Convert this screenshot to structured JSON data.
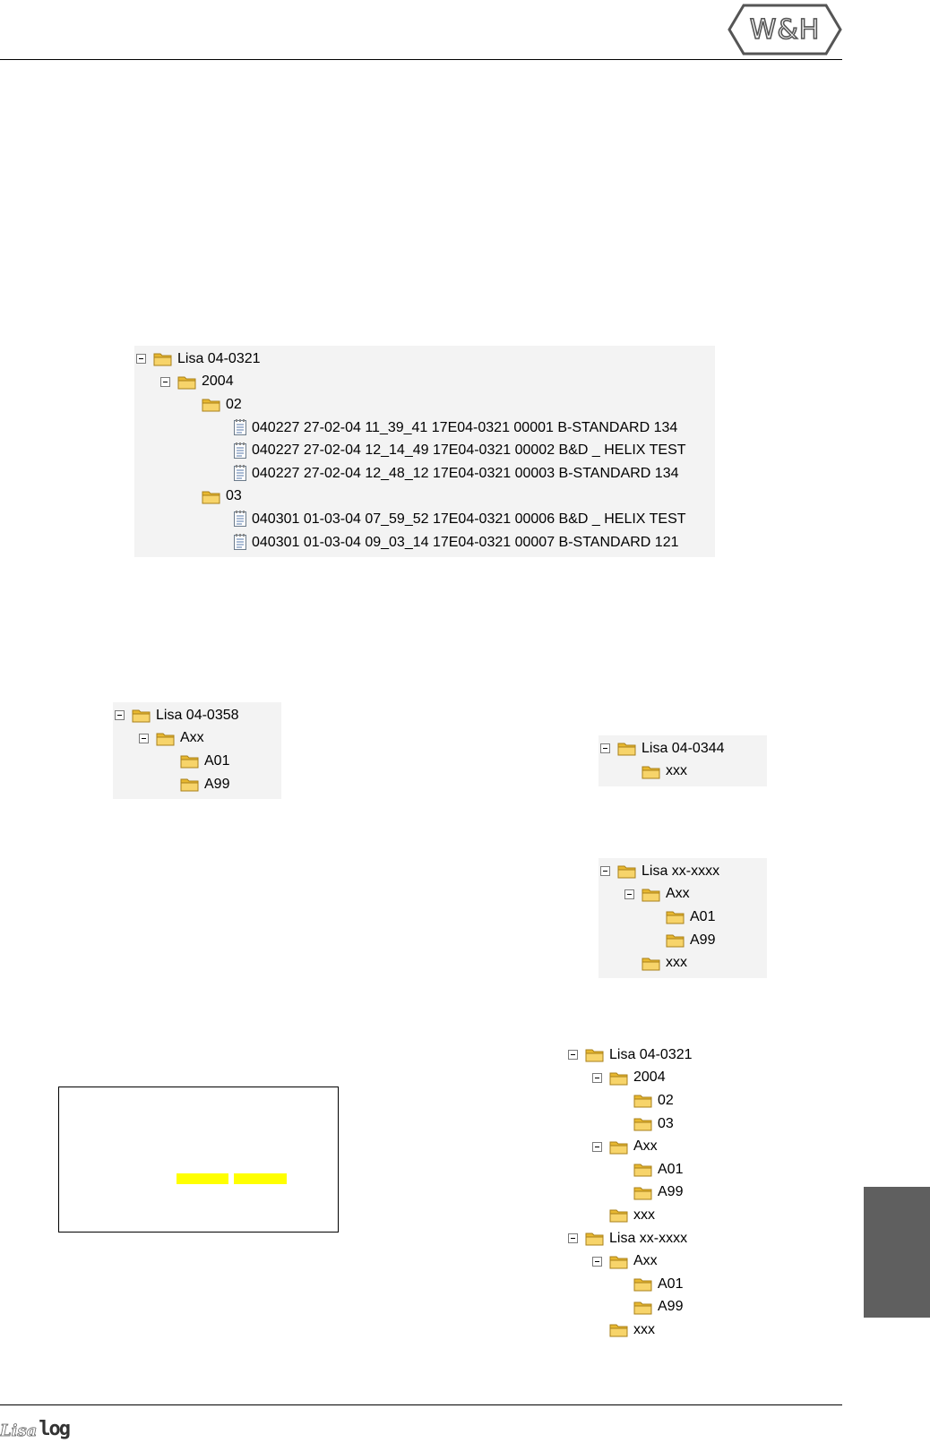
{
  "logo": {
    "text": "W&H"
  },
  "footer": {
    "logo_left": "Lisa",
    "logo_right": "log"
  },
  "tree1": [
    {
      "level": 0,
      "kind": "folder",
      "exp": true,
      "label": "Lisa 04-0321"
    },
    {
      "level": 1,
      "kind": "folder",
      "exp": true,
      "label": "2004"
    },
    {
      "level": 2,
      "kind": "folder",
      "exp": false,
      "label": "02"
    },
    {
      "level": 4,
      "kind": "file",
      "exp": false,
      "label": "040227 27-02-04 11_39_41 17E04-0321 00001 B-STANDARD 134"
    },
    {
      "level": 4,
      "kind": "file",
      "exp": false,
      "label": "040227 27-02-04 12_14_49 17E04-0321 00002 B&D _ HELIX TEST"
    },
    {
      "level": 4,
      "kind": "file",
      "exp": false,
      "label": "040227 27-02-04 12_48_12 17E04-0321 00003 B-STANDARD 134"
    },
    {
      "level": 2,
      "kind": "folder",
      "exp": false,
      "label": "03"
    },
    {
      "level": 4,
      "kind": "file",
      "exp": false,
      "label": "040301 01-03-04 07_59_52 17E04-0321 00006 B&D _ HELIX TEST"
    },
    {
      "level": 4,
      "kind": "file",
      "exp": false,
      "label": "040301 01-03-04 09_03_14 17E04-0321 00007 B-STANDARD 121"
    }
  ],
  "tree2": [
    {
      "level": 0,
      "kind": "folder",
      "exp": true,
      "label": "Lisa 04-0358"
    },
    {
      "level": 1,
      "kind": "folder",
      "exp": true,
      "label": "Axx"
    },
    {
      "level": 2,
      "kind": "folder",
      "exp": false,
      "label": "A01"
    },
    {
      "level": 2,
      "kind": "folder",
      "exp": false,
      "label": "A99"
    }
  ],
  "tree3": [
    {
      "level": 0,
      "kind": "folder",
      "exp": true,
      "label": "Lisa 04-0344"
    },
    {
      "level": 1,
      "kind": "folder",
      "exp": false,
      "label": "xxx"
    }
  ],
  "tree4": [
    {
      "level": 0,
      "kind": "folder",
      "exp": true,
      "label": "Lisa xx-xxxx"
    },
    {
      "level": 1,
      "kind": "folder",
      "exp": true,
      "label": "Axx"
    },
    {
      "level": 2,
      "kind": "folder",
      "exp": false,
      "label": "A01"
    },
    {
      "level": 2,
      "kind": "folder",
      "exp": false,
      "label": "A99"
    },
    {
      "level": 1,
      "kind": "folder",
      "exp": false,
      "label": "xxx"
    }
  ],
  "tree5": [
    {
      "level": 0,
      "kind": "folder",
      "exp": true,
      "label": "Lisa 04-0321"
    },
    {
      "level": 1,
      "kind": "folder",
      "exp": true,
      "label": "2004"
    },
    {
      "level": 2,
      "kind": "folder",
      "exp": false,
      "label": "02"
    },
    {
      "level": 2,
      "kind": "folder",
      "exp": false,
      "label": "03"
    },
    {
      "level": 1,
      "kind": "folder",
      "exp": true,
      "label": "Axx"
    },
    {
      "level": 2,
      "kind": "folder",
      "exp": false,
      "label": "A01"
    },
    {
      "level": 2,
      "kind": "folder",
      "exp": false,
      "label": "A99"
    },
    {
      "level": 1,
      "kind": "folder",
      "exp": false,
      "label": "xxx"
    },
    {
      "level": 0,
      "kind": "folder",
      "exp": true,
      "label": "Lisa xx-xxxx"
    },
    {
      "level": 1,
      "kind": "folder",
      "exp": true,
      "label": "Axx"
    },
    {
      "level": 2,
      "kind": "folder",
      "exp": false,
      "label": "A01"
    },
    {
      "level": 2,
      "kind": "folder",
      "exp": false,
      "label": "A99"
    },
    {
      "level": 1,
      "kind": "folder",
      "exp": false,
      "label": "xxx"
    }
  ],
  "colors": {
    "highlight": "#ffff00",
    "side_tab": "#5f5f5f",
    "tree_bg": "#f3f3f3",
    "folder": "#f3c64b"
  }
}
